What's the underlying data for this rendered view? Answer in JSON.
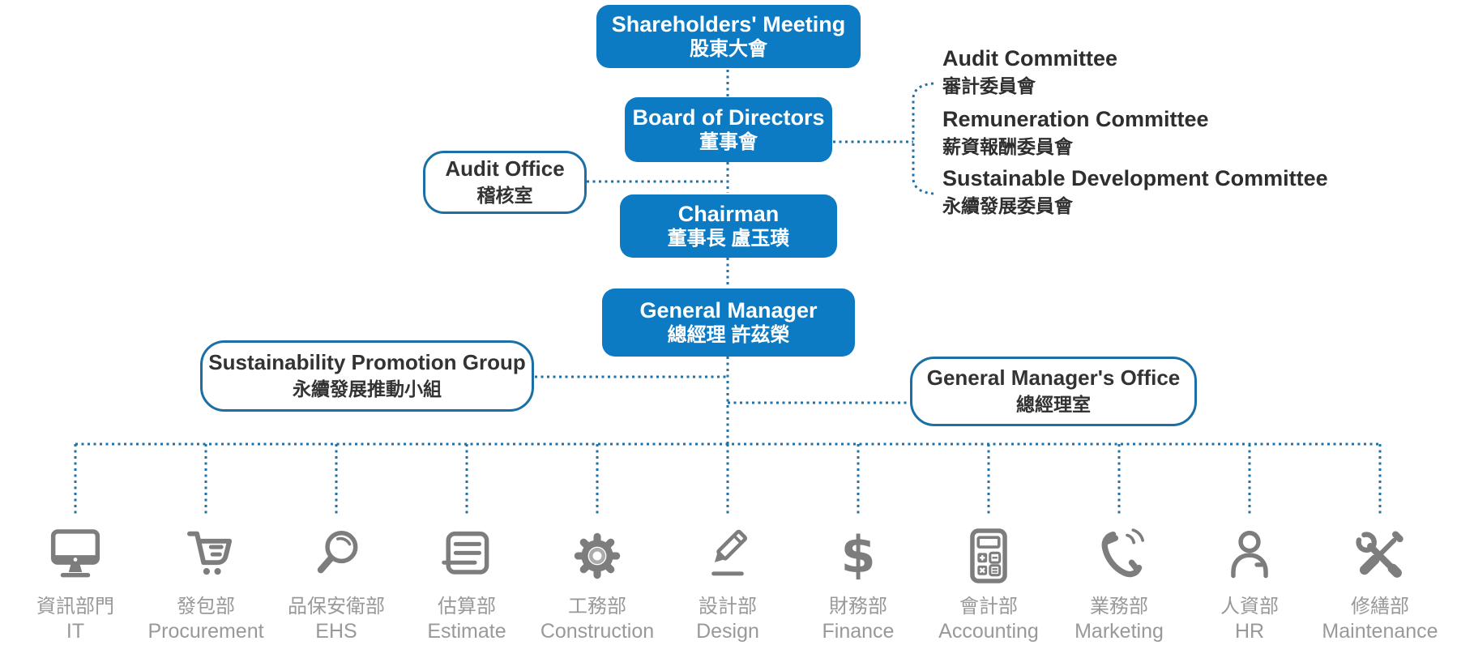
{
  "colors": {
    "primary_blue": "#0d7ac4",
    "dotted_line_blue": "#2171a5",
    "outline_border_blue": "#1b6fa5",
    "icon_gray": "#7d7d7d",
    "label_gray": "#999999",
    "text_dark": "#2e2e2e"
  },
  "nodes": {
    "shareholders_meeting": {
      "en": "Shareholders' Meeting",
      "zh": "股東大會"
    },
    "board_of_directors": {
      "en": "Board of Directors",
      "zh": "董事會"
    },
    "chairman": {
      "en": "Chairman",
      "zh": "董事長 盧玉璜"
    },
    "general_manager": {
      "en": "General Manager",
      "zh": "總經理 許茲榮"
    },
    "audit_office": {
      "en": "Audit Office",
      "zh": "稽核室"
    },
    "sustainability_promotion_group": {
      "en": "Sustainability Promotion Group",
      "zh": "永續發展推動小組"
    },
    "general_managers_office": {
      "en": "General Manager's Office",
      "zh": "總經理室"
    }
  },
  "committees": [
    {
      "en": "Audit Committee",
      "zh": "審計委員會"
    },
    {
      "en": "Remuneration Committee",
      "zh": "薪資報酬委員會"
    },
    {
      "en": "Sustainable Development Committee",
      "zh": "永續發展委員會"
    }
  ],
  "departments": [
    {
      "zh": "資訊部門",
      "en": "IT",
      "icon": "monitor-icon"
    },
    {
      "zh": "發包部",
      "en": "Procurement",
      "icon": "shopping-cart-icon"
    },
    {
      "zh": "品保安衛部",
      "en": "EHS",
      "icon": "magnifier-icon"
    },
    {
      "zh": "估算部",
      "en": "Estimate",
      "icon": "document-icon"
    },
    {
      "zh": "工務部",
      "en": "Construction",
      "icon": "gear-icon"
    },
    {
      "zh": "設計部",
      "en": "Design",
      "icon": "pencil-icon"
    },
    {
      "zh": "財務部",
      "en": "Finance",
      "icon": "dollar-icon"
    },
    {
      "zh": "會計部",
      "en": "Accounting",
      "icon": "calculator-icon"
    },
    {
      "zh": "業務部",
      "en": "Marketing",
      "icon": "phone-icon"
    },
    {
      "zh": "人資部",
      "en": "HR",
      "icon": "person-icon"
    },
    {
      "zh": "修繕部",
      "en": "Maintenance",
      "icon": "tools-icon"
    }
  ]
}
